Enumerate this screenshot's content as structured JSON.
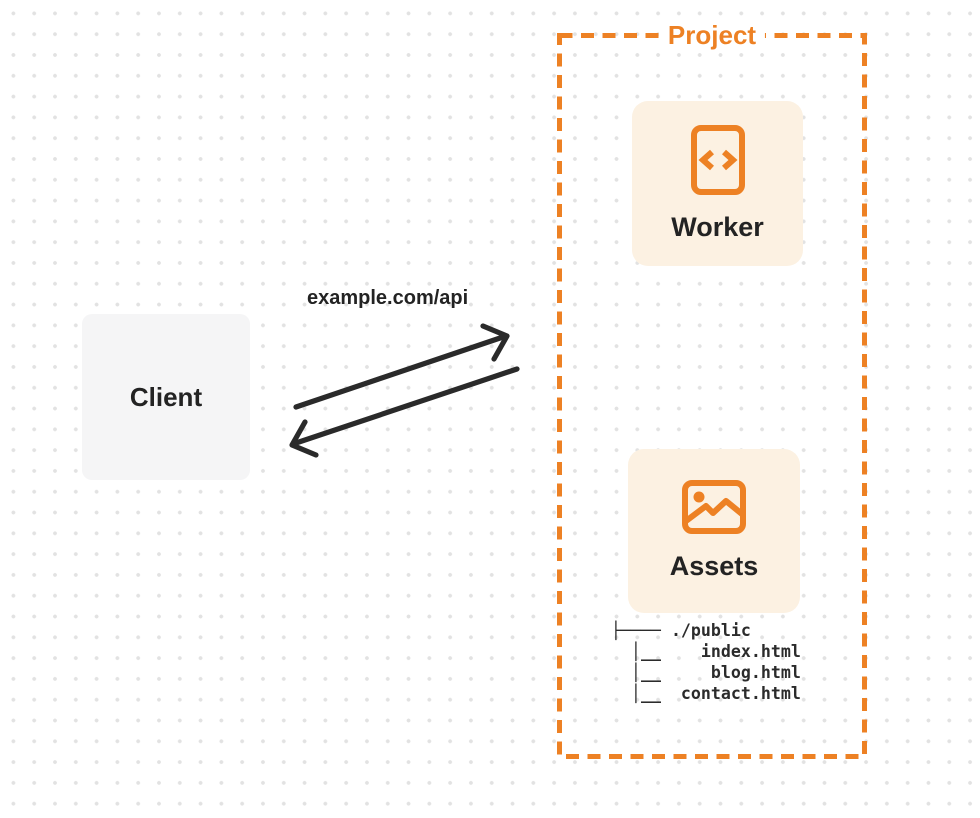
{
  "diagram_title": "Project",
  "client": {
    "label": "Client"
  },
  "project": {
    "label": "Project",
    "worker": {
      "label": "Worker",
      "icon": "code-document-icon"
    },
    "assets": {
      "label": "Assets",
      "icon": "image-icon"
    }
  },
  "request": {
    "arrow_label": "example.com/api"
  },
  "file_tree": {
    "lines": [
      "├──── ./public",
      "  │__    index.html",
      "  │__     blog.html",
      "  │__  contact.html"
    ]
  },
  "colors": {
    "accent_orange": "#ED8124",
    "card_cream": "#FCF1E2",
    "client_gray": "#F5F5F6",
    "ink": "#232323",
    "dot_grid": "#E2E2E2"
  }
}
